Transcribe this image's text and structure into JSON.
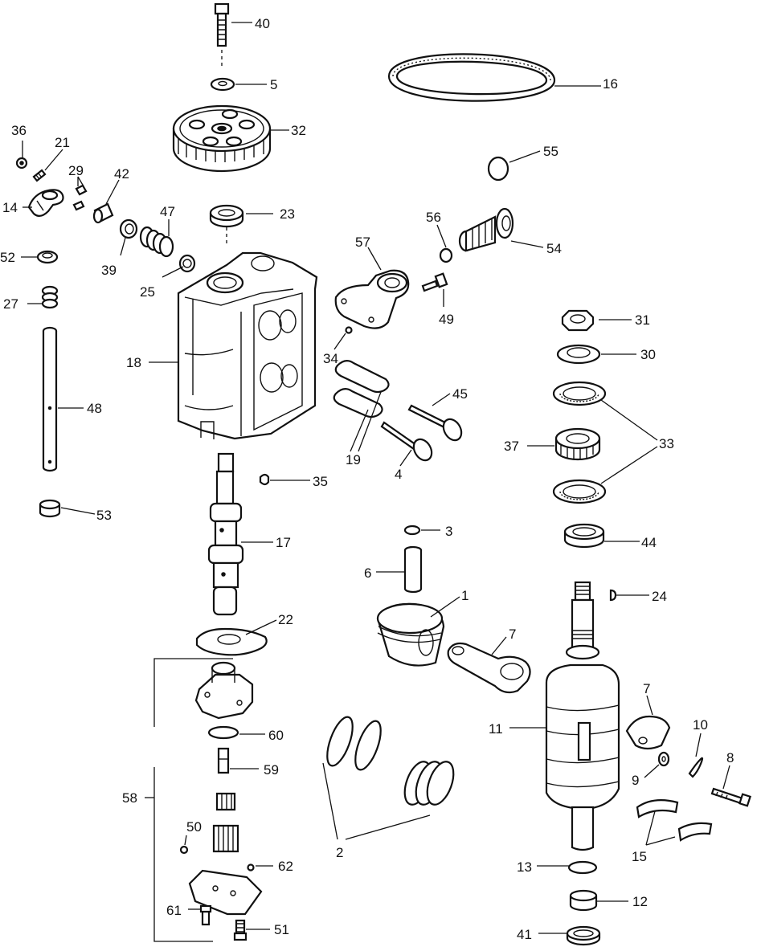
{
  "diagram": {
    "type": "exploded-parts-diagram",
    "callouts": [
      {
        "id": "40",
        "label": "40"
      },
      {
        "id": "5",
        "label": "5"
      },
      {
        "id": "32",
        "label": "32"
      },
      {
        "id": "16",
        "label": "16"
      },
      {
        "id": "55",
        "label": "55"
      },
      {
        "id": "36",
        "label": "36"
      },
      {
        "id": "21",
        "label": "21"
      },
      {
        "id": "29",
        "label": "29"
      },
      {
        "id": "42",
        "label": "42"
      },
      {
        "id": "14",
        "label": "14"
      },
      {
        "id": "47",
        "label": "47"
      },
      {
        "id": "23",
        "label": "23"
      },
      {
        "id": "56",
        "label": "56"
      },
      {
        "id": "54",
        "label": "54"
      },
      {
        "id": "52",
        "label": "52"
      },
      {
        "id": "39",
        "label": "39"
      },
      {
        "id": "25",
        "label": "25"
      },
      {
        "id": "57",
        "label": "57"
      },
      {
        "id": "27",
        "label": "27"
      },
      {
        "id": "49",
        "label": "49"
      },
      {
        "id": "31",
        "label": "31"
      },
      {
        "id": "30",
        "label": "30"
      },
      {
        "id": "34",
        "label": "34"
      },
      {
        "id": "18",
        "label": "18"
      },
      {
        "id": "45",
        "label": "45"
      },
      {
        "id": "48",
        "label": "48"
      },
      {
        "id": "33",
        "label": "33"
      },
      {
        "id": "37",
        "label": "37"
      },
      {
        "id": "19",
        "label": "19"
      },
      {
        "id": "4",
        "label": "4"
      },
      {
        "id": "35",
        "label": "35"
      },
      {
        "id": "53",
        "label": "53"
      },
      {
        "id": "3",
        "label": "3"
      },
      {
        "id": "17",
        "label": "17"
      },
      {
        "id": "44",
        "label": "44"
      },
      {
        "id": "6",
        "label": "6"
      },
      {
        "id": "24",
        "label": "24"
      },
      {
        "id": "1",
        "label": "1"
      },
      {
        "id": "22",
        "label": "22"
      },
      {
        "id": "7a",
        "label": "7"
      },
      {
        "id": "7b",
        "label": "7"
      },
      {
        "id": "11",
        "label": "11"
      },
      {
        "id": "10",
        "label": "10"
      },
      {
        "id": "60",
        "label": "60"
      },
      {
        "id": "8",
        "label": "8"
      },
      {
        "id": "9",
        "label": "9"
      },
      {
        "id": "59",
        "label": "59"
      },
      {
        "id": "58",
        "label": "58"
      },
      {
        "id": "15",
        "label": "15"
      },
      {
        "id": "50",
        "label": "50"
      },
      {
        "id": "2",
        "label": "2"
      },
      {
        "id": "62",
        "label": "62"
      },
      {
        "id": "13",
        "label": "13"
      },
      {
        "id": "12",
        "label": "12"
      },
      {
        "id": "61",
        "label": "61"
      },
      {
        "id": "51",
        "label": "51"
      },
      {
        "id": "41",
        "label": "41"
      }
    ]
  }
}
